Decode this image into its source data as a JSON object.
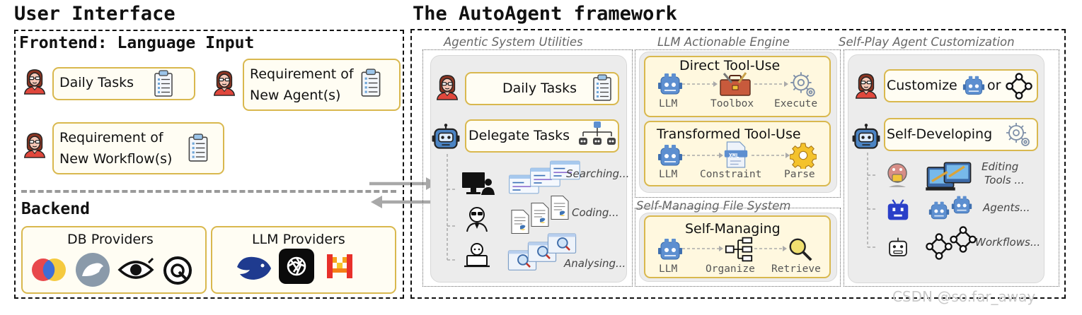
{
  "left": {
    "title": "User Interface",
    "frontend": {
      "title": "Frontend: Language Input",
      "items": [
        {
          "label": "Daily Tasks"
        },
        {
          "line1": "Requirement of",
          "line2": "New Agent(s)"
        },
        {
          "line1": "Requirement of",
          "line2": "New Workflow(s)"
        }
      ]
    },
    "backend": {
      "title": "Backend",
      "db_title": "DB Providers",
      "llm_title": "LLM Providers"
    }
  },
  "right": {
    "title": "The AutoAgent framework",
    "utilities": {
      "title": "Agentic System Utilities",
      "daily_tasks": "Daily Tasks",
      "delegate_tasks": "Delegate Tasks",
      "searching": "Searching...",
      "coding": "Coding...",
      "analysing": "Analysing..."
    },
    "engine": {
      "title": "LLM Actionable Engine",
      "direct": {
        "title": "Direct Tool-Use",
        "llm": "LLM",
        "toolbox": "Toolbox",
        "execute": "Execute"
      },
      "transformed": {
        "title": "Transformed Tool-Use",
        "llm": "LLM",
        "constraint": "Constraint",
        "parse": "Parse",
        "xml": "XML"
      }
    },
    "filesystem": {
      "title": "Self-Managing File System",
      "box_title": "Self-Managing",
      "llm": "LLM",
      "organize": "Organize",
      "retrieve": "Retrieve"
    },
    "customization": {
      "title": "Self-Play Agent Customization",
      "customize": "Customize",
      "or": "or",
      "self_developing": "Self-Developing",
      "editing1": "Editing",
      "editing2": "Tools ...",
      "agents": "Agents...",
      "workflows": "Workflows..."
    }
  },
  "watermark": "CSDN @so.far_away"
}
